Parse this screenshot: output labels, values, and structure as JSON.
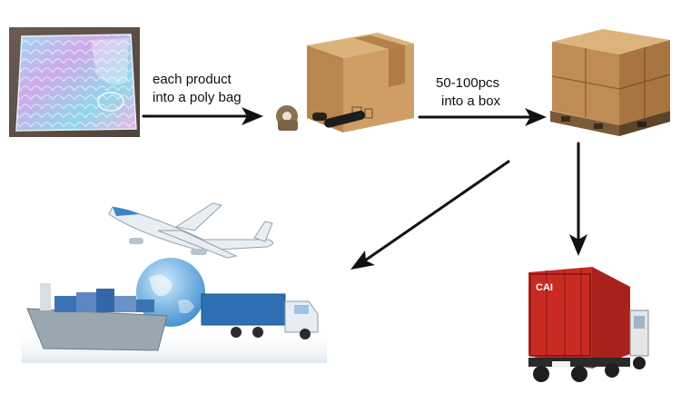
{
  "steps": {
    "packing": {
      "line1": "each product",
      "line2": "into a poly bag"
    },
    "boxing": {
      "line1": "50-100pcs",
      "line2": "into a box"
    }
  },
  "icons": {
    "product": "poly-bag-icon",
    "carton": "carton-box-icon",
    "pallet": "pallet-icon",
    "shipping": "air-sea-freight-icon",
    "truck": "container-truck-icon"
  },
  "container": {
    "marking": "CAI"
  },
  "colors": {
    "arrow": "#111111",
    "carton": "#c99a62",
    "container": "#c92b22",
    "ship": "#9aa6b0"
  }
}
